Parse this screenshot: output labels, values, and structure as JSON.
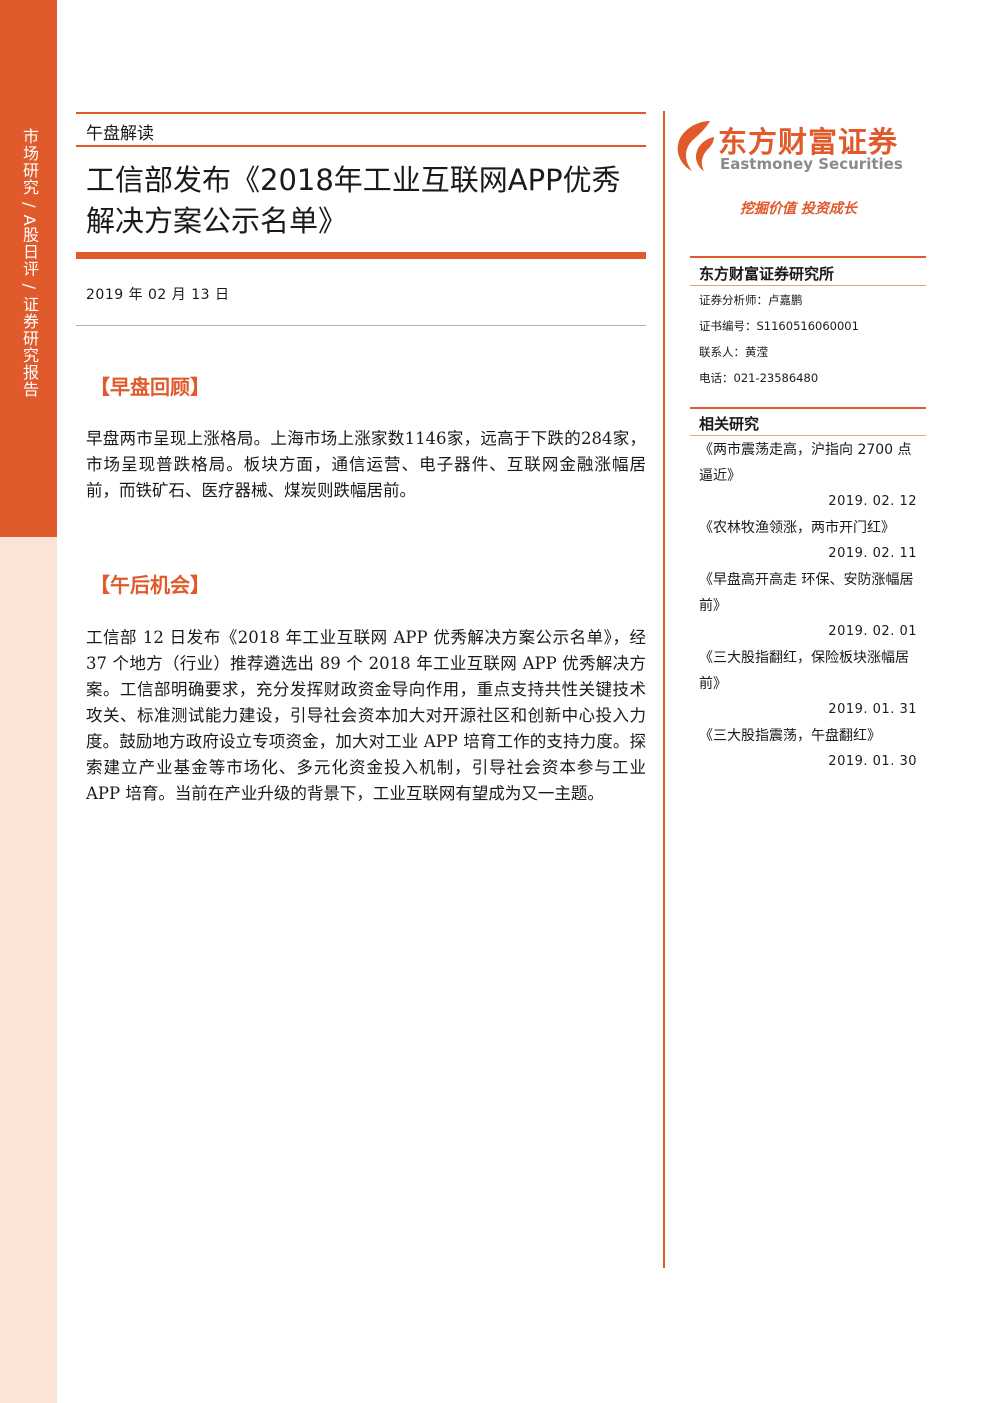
{
  "side_label": "市场研究 / A股日评 / 证券研究报告",
  "header": {
    "category": "午盘解读",
    "title": "工信部发布《2018年工业互联网APP优秀解决方案公示名单》",
    "date": "2019 年 02 月 13 日"
  },
  "sections": [
    {
      "heading": "【早盘回顾】",
      "body": "早盘两市呈现上涨格局。上海市场上涨家数1146家，远高于下跌的284家，市场呈现普跌格局。板块方面，通信运营、电子器件、互联网金融涨幅居前，而铁矿石、医疗器械、煤炭则跌幅居前。"
    },
    {
      "heading": "【午后机会】",
      "body": "工信部 12 日发布《2018 年工业互联网 APP 优秀解决方案公示名单》，经 37 个地方（行业）推荐遴选出 89 个 2018 年工业互联网 APP 优秀解决方案。工信部明确要求，充分发挥财政资金导向作用，重点支持共性关键技术攻关、标准测试能力建设，引导社会资本加大对开源社区和创新中心投入力度。鼓励地方政府设立专项资金，加大对工业 APP 培育工作的支持力度。探索建立产业基金等市场化、多元化资金投入机制，引导社会资本参与工业 APP 培育。当前在产业升级的背景下，工业互联网有望成为又一主题。"
    }
  ],
  "brand": {
    "name_cn": "东方财富证券",
    "name_en": "Eastmoney Securities",
    "slogan": "挖掘价值 投资成长",
    "primary_color": "#e05a2b"
  },
  "institute": {
    "heading": "东方财富证券研究所",
    "analyst": "证券分析师：卢嘉鹏",
    "cert": "证书编号：S1160516060001",
    "contact": "联系人：黄滢",
    "phone": "电话：021-23586480"
  },
  "related": {
    "heading": "相关研究",
    "items": [
      {
        "title": "《两市震荡走高，沪指向 2700 点逼近》",
        "date": "2019. 02. 12"
      },
      {
        "title": "《农林牧渔领涨，两市开门红》",
        "date": "2019. 02. 11"
      },
      {
        "title": "《早盘高开高走 环保、安防涨幅居前》",
        "date": "2019. 02. 01"
      },
      {
        "title": "《三大股指翻红，保险板块涨幅居前》",
        "date": "2019. 01. 31"
      },
      {
        "title": "《三大股指震荡，午盘翻红》",
        "date": "2019. 01. 30"
      }
    ]
  }
}
